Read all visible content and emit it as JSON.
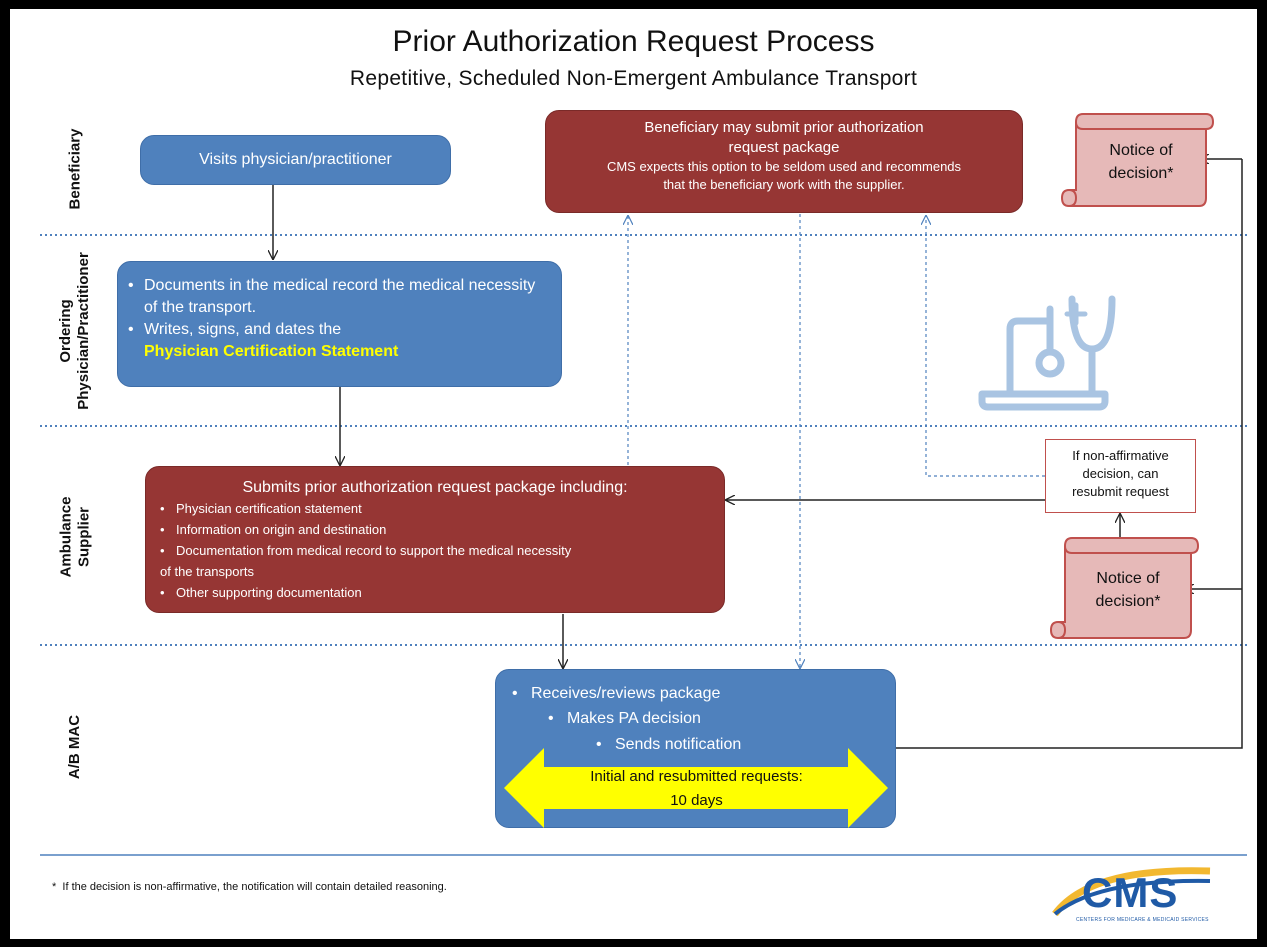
{
  "title": "Prior Authorization Request Process",
  "subtitle": "Repetitive, Scheduled Non-Emergent Ambulance Transport",
  "lanes": {
    "beneficiary": "Beneficiary",
    "ordering_line1": "Ordering",
    "ordering_line2": "Physician/Practitioner",
    "supplier_line1": "Ambulance",
    "supplier_line2": "Supplier",
    "mac": "A/B MAC"
  },
  "visits": "Visits physician/practitioner",
  "beneficiary_submit": {
    "line1": "Beneficiary may submit prior authorization",
    "line2": "request package",
    "note1": "CMS expects this option to be seldom used and recommends",
    "note2": "that the beneficiary work with the supplier."
  },
  "physician": {
    "item1": "Documents in the medical record the medical necessity of the transport.",
    "item2": "Writes, signs, and dates the",
    "highlight": "Physician Certification Statement"
  },
  "supplier": {
    "heading": "Submits prior authorization request package including:",
    "items": [
      "Physician certification statement",
      "Information on origin and destination",
      "Documentation from medical record to support  the medical necessity",
      "Other supporting documentation"
    ],
    "continuation": "of the transports"
  },
  "resubmit": {
    "line1": "If non-affirmative",
    "line2": "decision, can",
    "line3": "resubmit request"
  },
  "notice_top": {
    "line1": "Notice of",
    "line2": "decision*"
  },
  "notice_bottom": {
    "line1": "Notice of",
    "line2": "decision*"
  },
  "mac": {
    "item1": "Receives/reviews package",
    "item2": "Makes PA decision",
    "item3": "Sends notification",
    "timeline_line1": "Initial and resubmitted requests:",
    "timeline_line2": "10 days"
  },
  "footnote": "If the decision is non-affirmative, the notification will contain detailed reasoning.",
  "logo": {
    "text": "CMS",
    "tagline": "CENTERS FOR MEDICARE & MEDICAID SERVICES"
  },
  "icons": [
    "laptop-stethoscope-icon",
    "scroll-icon",
    "cms-logo"
  ],
  "colors": {
    "blue": "#4f81bd",
    "red": "#963634",
    "yellow": "#ffff00",
    "scroll": "#e6b9b8",
    "scroll_border": "#c0504d",
    "icon": "#a9c4e2"
  }
}
